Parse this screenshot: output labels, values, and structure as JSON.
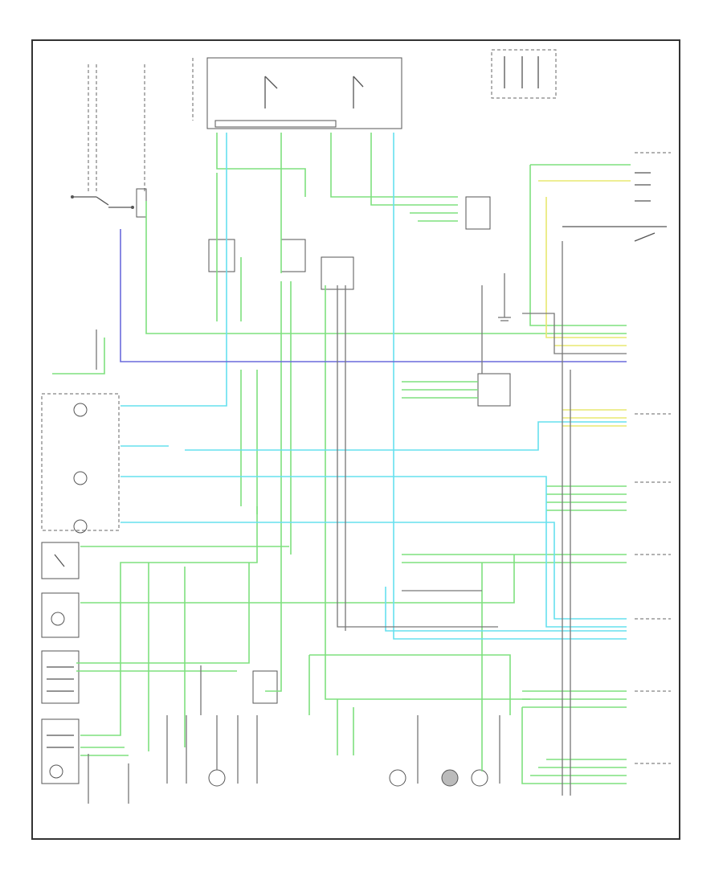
{
  "diagram": {
    "footer_code": "",
    "components": [
      {
        "id": "hot-at-all-times",
        "text": ""
      },
      {
        "id": "hot-in-run",
        "text": ""
      },
      {
        "id": "ignition-switch",
        "text": ""
      },
      {
        "id": "under-dash-fuse-box",
        "text": ""
      },
      {
        "id": "combination-meter",
        "text": ""
      },
      {
        "id": "tail-light-relay",
        "text": ""
      },
      {
        "id": "turn-hazard-relay",
        "text": ""
      },
      {
        "id": "under-hood-fuse-box",
        "text": ""
      },
      {
        "id": "combination-switch",
        "text": ""
      },
      {
        "id": "hazard-switch",
        "text": ""
      },
      {
        "id": "brake-light-switch",
        "text": ""
      },
      {
        "id": "left-front-turn-light",
        "text": ""
      },
      {
        "id": "right-front-turn-light",
        "text": ""
      },
      {
        "id": "left-license-light",
        "text": ""
      },
      {
        "id": "right-license-light",
        "text": ""
      },
      {
        "id": "left-rear-combination-light",
        "text": ""
      },
      {
        "id": "right-rear-combination-light",
        "text": ""
      },
      {
        "id": "high-mount-brake-light",
        "text": ""
      }
    ],
    "colors": {
      "frame": "#333333",
      "wire_green": "#7ee07e",
      "wire_cyan": "#66e0ee",
      "wire_yellow": "#e8e870",
      "wire_blue": "#6a6adc",
      "wire_black": "#777777"
    }
  }
}
